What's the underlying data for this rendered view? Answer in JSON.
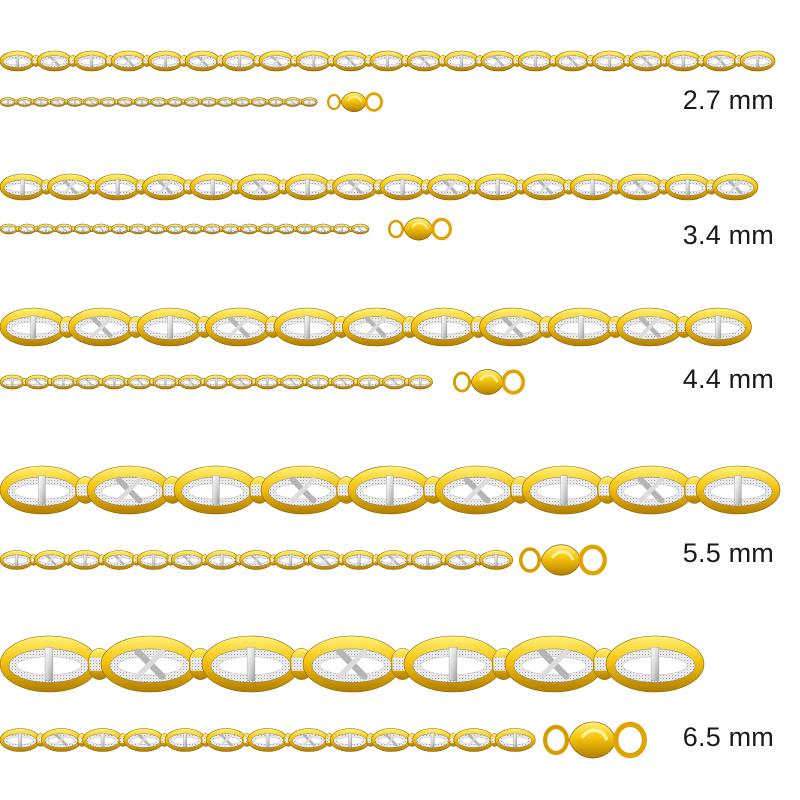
{
  "chains": [
    {
      "label": "2.7 mm"
    },
    {
      "label": "3.4 mm"
    },
    {
      "label": "4.4 mm"
    },
    {
      "label": "5.5 mm"
    },
    {
      "label": "6.5 mm"
    }
  ],
  "colors": {
    "background": "#ffffff",
    "gold_light": "#fff27a",
    "gold": "#f5c30c",
    "gold_dark": "#b07c00",
    "white_gold": "#f4f4f4",
    "white_gold_shade": "#9c9c9c",
    "label_text": "#1a1a1a"
  }
}
